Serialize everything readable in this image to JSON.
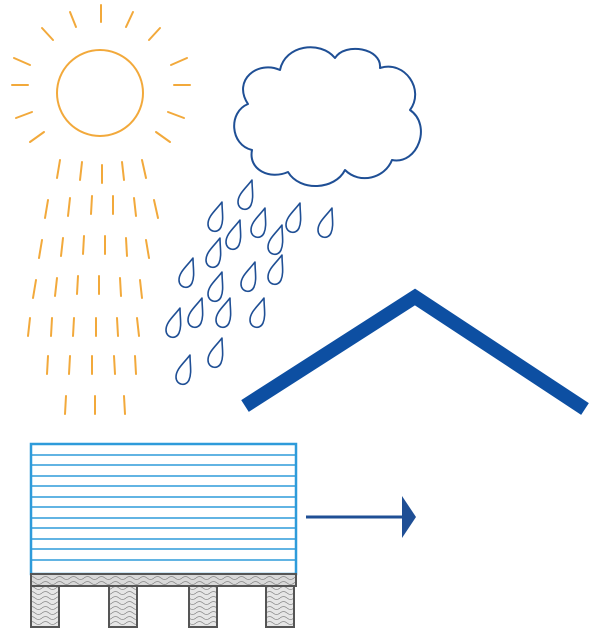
{
  "colors": {
    "sun": "#F2A93B",
    "cloud_rain": "#1F4F95",
    "roof": "#0D4FA2",
    "stack": "#2E9BDA",
    "arrow": "#1F4F95",
    "pallet": "#555555",
    "pallet_fill": "#D9D9D9"
  },
  "elements": {
    "sun": "sun-icon",
    "rays": "sun-rays",
    "cloud": "cloud-icon",
    "rain": "rain-drops",
    "roof": "roof-shape",
    "stack": "stacked-boards",
    "pallet": "wooden-pallet",
    "arrow": "right-arrow-icon"
  }
}
